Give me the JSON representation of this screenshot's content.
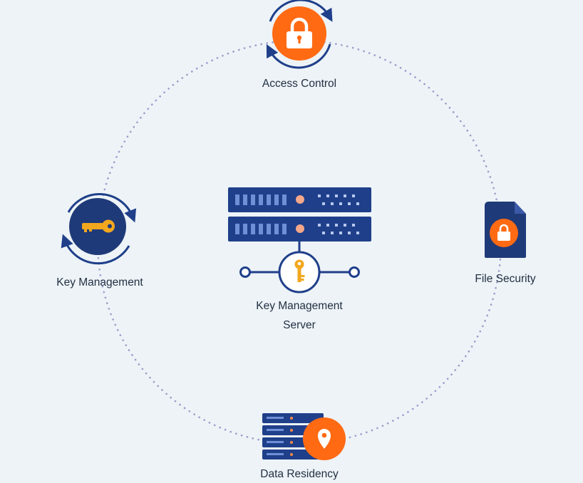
{
  "diagram": {
    "center": {
      "label_line1": "Key Management",
      "label_line2": "Server",
      "icon": "key-management-server-icon"
    },
    "nodes": [
      {
        "id": "access-control",
        "label": "Access Control",
        "icon": "padlock-icon"
      },
      {
        "id": "key-management",
        "label": "Key Management",
        "icon": "key-icon"
      },
      {
        "id": "file-security",
        "label": "File Security",
        "icon": "locked-file-icon"
      },
      {
        "id": "data-residency",
        "label": "Data Residency",
        "icon": "server-location-icon"
      }
    ]
  },
  "colors": {
    "background": "#edf3f7",
    "navy": "#1f3f8a",
    "orange": "#ff6a13",
    "gold": "#f2a71e",
    "dotted_ring": "#9a9cc9",
    "text": "#233043"
  }
}
